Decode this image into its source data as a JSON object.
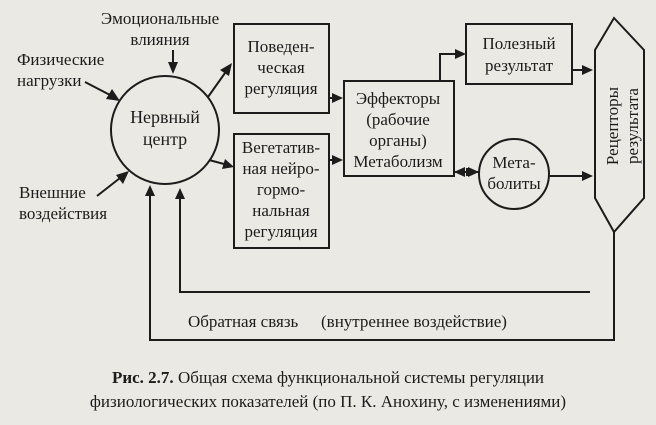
{
  "diagram": {
    "inputs": {
      "emotional": [
        "Эмоциональные",
        "влияния"
      ],
      "physical": [
        "Физические",
        "нагрузки"
      ],
      "external": [
        "Внешние",
        "воздействия"
      ]
    },
    "nerve_center": [
      "Нервный",
      "центр"
    ],
    "behavioral": [
      "Поведен-",
      "ческая",
      "регуляция"
    ],
    "vegetative": [
      "Вегетатив-",
      "ная нейро-",
      "гормо-",
      "нальная",
      "регуляция"
    ],
    "effectors": [
      "Эффекторы",
      "(рабочие",
      "органы)",
      "Метаболизм"
    ],
    "useful_result": [
      "Полезный",
      "результат"
    ],
    "metabolites": [
      "Мета-",
      "болиты"
    ],
    "receptors": [
      "Рецепторы",
      "результата"
    ],
    "feedback": {
      "label": "Обратная связь",
      "note": "(внутреннее воздействие)"
    }
  },
  "caption": {
    "label": "Рис. 2.7.",
    "text_line1": "Общая схема функциональной системы регуляции",
    "text_line2": "физиологических показателей (по П. К. Анохину, с изменениями)"
  }
}
